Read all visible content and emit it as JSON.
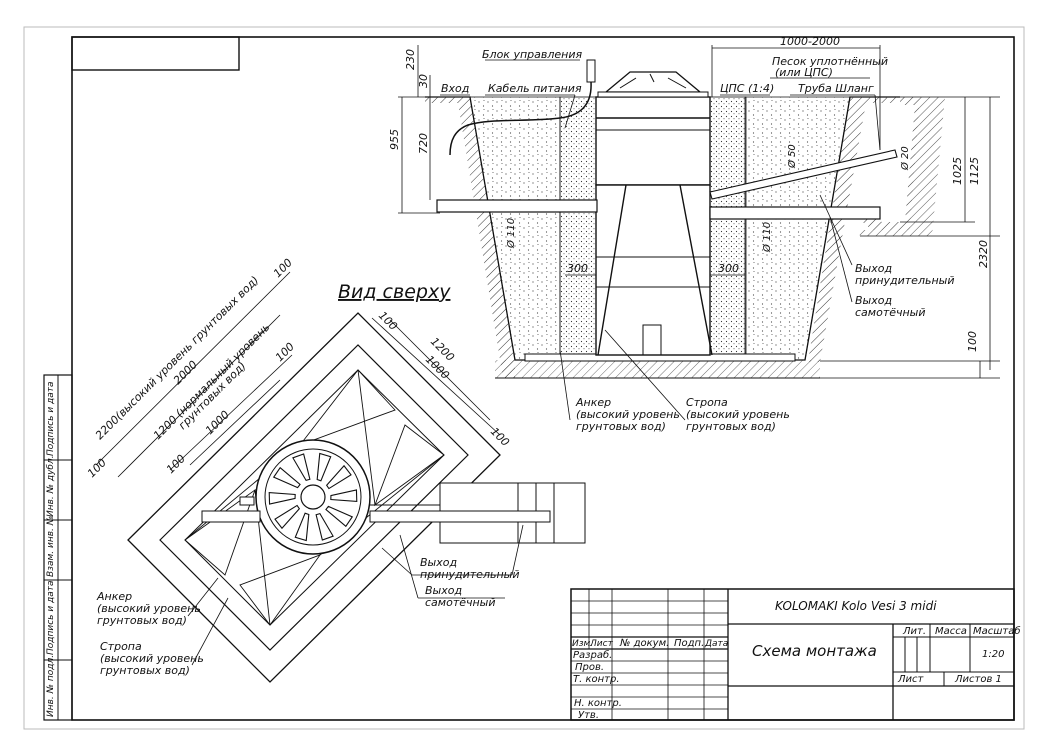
{
  "sheet": {
    "title_view": "Вид сверху",
    "section_labels": {
      "control_unit": "Блок управления",
      "inlet": "Вход",
      "power_cable": "Кабель питания",
      "sand": "Песок уплотнённый",
      "sand2": "(или ЦПС)",
      "cps": "ЦПС (1:4)",
      "pipe_hose": "Труба Шланг",
      "outlet_forced1": "Выход",
      "outlet_forced2": "принудительный",
      "outlet_gravity1": "Выход",
      "outlet_gravity2": "самотёчный",
      "anchor1": "Анкер",
      "anchor2": "(высокий уровень",
      "anchor3": "грунтовых вод)",
      "sling1": "Стропа",
      "sling2": "(высокий уровень",
      "sling3": "грунтовых вод)"
    },
    "section_dims": {
      "d230": "230",
      "d30": "30",
      "d955": "955",
      "d720": "720",
      "d1000_2000": "1000-2000",
      "d1025": "1025",
      "d1125": "1125",
      "d2320": "2320",
      "d100": "100",
      "d300a": "300",
      "d300b": "300",
      "phi110a": "Ø 110",
      "phi110b": "Ø 110",
      "phi50": "Ø 50",
      "phi20": "Ø 20"
    },
    "plan_labels": {
      "dim_2200": "2200(высокий уровень грунтовых вод)",
      "dim_2000": "2000",
      "dim_1200n": "1200 (нормальный уровень",
      "dim_1200n2": "грунтовых вод)",
      "dim_1000a": "1000",
      "dim_1200": "1200",
      "dim_1000b": "1000",
      "dim_100a": "100",
      "dim_100b": "100",
      "dim_100c": "100",
      "dim_100d": "100",
      "dim_100e": "100",
      "dim_100f": "100",
      "outlet_forced1": "Выход",
      "outlet_forced2": "принудительный",
      "outlet_gravity1": "Выход",
      "outlet_gravity2": "самотёчный",
      "anchor1": "Анкер",
      "anchor2": "(высокий уровень",
      "anchor3": "грунтовых вод)",
      "sling1": "Стропа",
      "sling2": "(высокий уровень",
      "sling3": "грунтовых вод)"
    },
    "side_stamp": [
      "Подпись и дата",
      "Инв. № дубл.",
      "Взам. инв. №",
      "Подпись и дата",
      "Инв. № подл."
    ],
    "title_block": {
      "product": "KOLOMAKI Kolo Vesi 3 midi",
      "doc_title": "Схема монтажа",
      "col_izm": "Изм.",
      "col_list": "Лист",
      "col_doc": "№ докум.",
      "col_sign": "Подп.",
      "col_date": "Дата",
      "row_razrab": "Разраб.",
      "row_prov": "Пров.",
      "row_tkontr": "Т. контр.",
      "row_nkontr": "Н. контр.",
      "row_utv": "Утв.",
      "lit": "Лит.",
      "mass": "Масса",
      "scale_h": "Масштаб",
      "scale": "1:20",
      "sheet": "Лист",
      "sheets": "Листов 1"
    }
  }
}
